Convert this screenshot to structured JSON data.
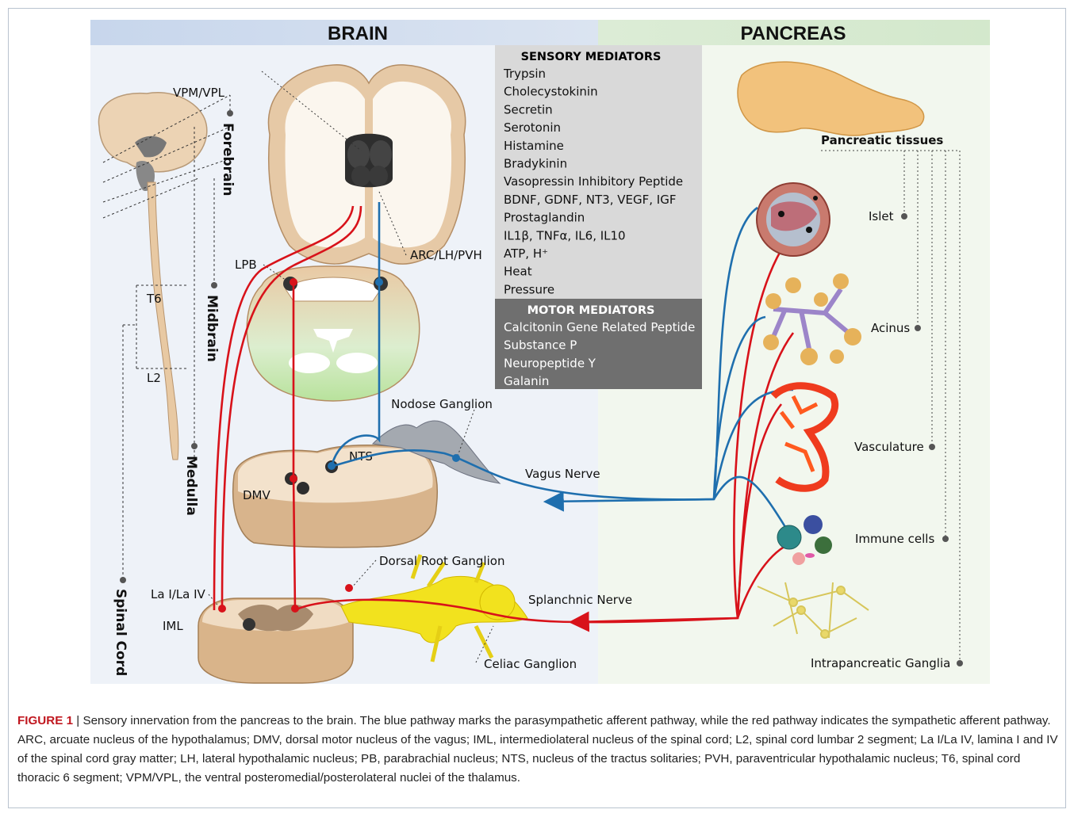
{
  "header": {
    "left": "BRAIN",
    "right": "PANCREAS"
  },
  "sensory_mediators": {
    "title": "SENSORY MEDIATORS",
    "items": [
      "Trypsin",
      "Cholecystokinin",
      "Secretin",
      "Serotonin",
      "Histamine",
      "Bradykinin",
      "Vasopressin Inhibitory Peptide",
      "BDNF, GDNF, NT3, VEGF, IGF",
      "Prostaglandin",
      "IL1β, TNFα, IL6, IL10",
      "ATP, H⁺",
      "Heat",
      "Pressure"
    ]
  },
  "motor_mediators": {
    "title": "MOTOR MEDIATORS",
    "items": [
      "Calcitonin Gene Related Peptide",
      "Substance P",
      "Neuropeptide Y",
      "Galanin"
    ]
  },
  "regions": {
    "forebrain": "Forebrain",
    "midbrain": "Midbrain",
    "medulla": "Medulla",
    "spinal_cord": "Spinal Cord"
  },
  "segments": {
    "t6": "T6",
    "l2": "L2"
  },
  "labels": {
    "vpm": "VPM/VPL",
    "arc": "ARC/LH/PVH",
    "lpb": "LPB",
    "nts": "NTS",
    "dmv": "DMV",
    "nodose": "Nodose Ganglion",
    "vagus": "Vagus Nerve",
    "drg": "Dorsal Root Ganglion",
    "lai": "La I/La IV",
    "iml": "IML",
    "splanchnic": "Splanchnic Nerve",
    "celiac": "Celiac Ganglion"
  },
  "pancreas": {
    "tissues_title": "Pancreatic tissues",
    "tissues": [
      "Islet",
      "Acinus",
      "Vasculature",
      "Immune cells",
      "Intrapancreatic Ganglia"
    ]
  },
  "colors": {
    "sympathetic": "#d8121a",
    "parasympathetic": "#1f6fae",
    "brain_band": "#c9d9ee",
    "pancreas_band": "#d8ecd3",
    "mediator_box": "#d9d9d9",
    "motor_box": "#6f6f6f"
  },
  "caption": {
    "figure_label": "FIGURE 1",
    "separator": " | ",
    "text": "Sensory innervation from the pancreas to the brain. The blue pathway marks the parasympathetic afferent pathway, while the red pathway indicates the sympathetic afferent pathway. ARC, arcuate nucleus of the hypothalamus; DMV, dorsal motor nucleus of the vagus; IML, intermediolateral nucleus of the spinal cord; L2, spinal cord lumbar 2 segment; La I/La IV, lamina I and IV of the spinal cord gray matter; LH, lateral hypothalamic nucleus; PB, parabrachial nucleus; NTS, nucleus of the tractus solitaries; PVH, paraventricular hypothalamic nucleus; T6, spinal cord thoracic 6 segment; VPM/VPL, the ventral posteromedial/posterolateral nuclei of the thalamus."
  }
}
